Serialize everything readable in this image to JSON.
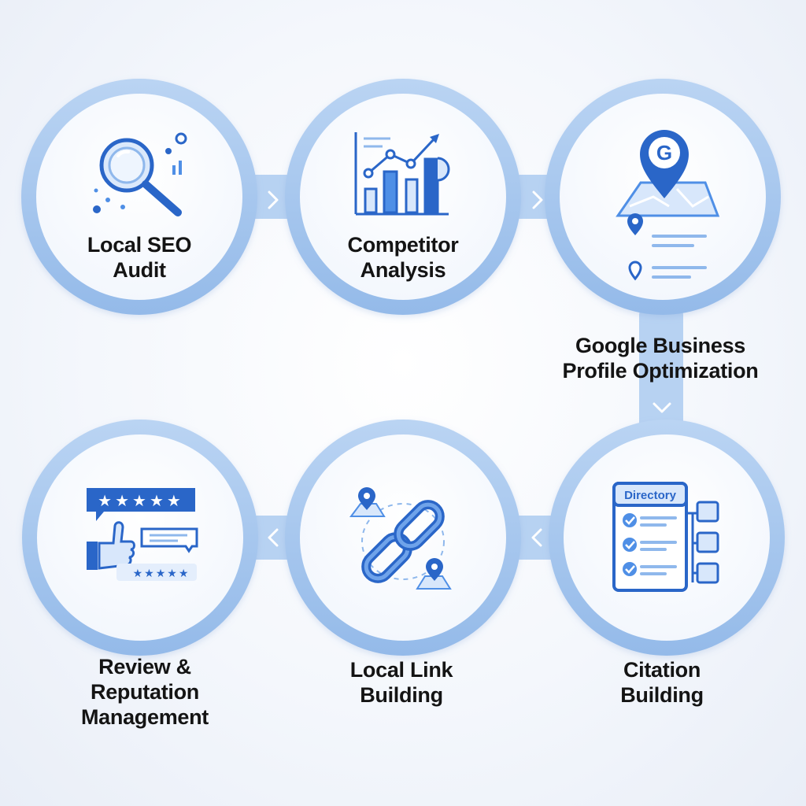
{
  "colors": {
    "ring": "#a9c8ee",
    "ring_dark": "#8db4e6",
    "connector": "#b7d2f2",
    "inner": "#ffffff",
    "icon_dark": "#2a66c8",
    "icon_mid": "#4f8fe6",
    "icon_light": "#d8e7fb",
    "text": "#141414"
  },
  "steps": [
    {
      "id": "local-seo-audit",
      "lines": [
        "Local SEO",
        "Audit"
      ],
      "icon": "magnifier-icon"
    },
    {
      "id": "competitor-analysis",
      "lines": [
        "Competitor",
        "Analysis"
      ],
      "icon": "bar-chart-icon"
    },
    {
      "id": "google-business-profile",
      "lines": [
        "Google Business",
        "Profile Optimization"
      ],
      "icon": "google-map-pin-icon",
      "pin_letter": "G"
    },
    {
      "id": "citation-building",
      "lines": [
        "Citation",
        "Building"
      ],
      "icon": "directory-list-icon",
      "badge": "Directory"
    },
    {
      "id": "local-link-building",
      "lines": [
        "Local Link",
        "Building"
      ],
      "icon": "chain-link-icon"
    },
    {
      "id": "review-reputation",
      "lines": [
        "Review &",
        "Reputation",
        "Management"
      ],
      "icon": "review-stars-icon",
      "rating_glyphs": "★★★★★"
    }
  ],
  "arrows": [
    {
      "id": "arrow-1-2",
      "glyph": ">"
    },
    {
      "id": "arrow-2-3",
      "glyph": ">"
    },
    {
      "id": "arrow-3-4",
      "glyph": "v"
    },
    {
      "id": "arrow-4-5",
      "glyph": "<"
    },
    {
      "id": "arrow-5-6",
      "glyph": "<"
    }
  ]
}
